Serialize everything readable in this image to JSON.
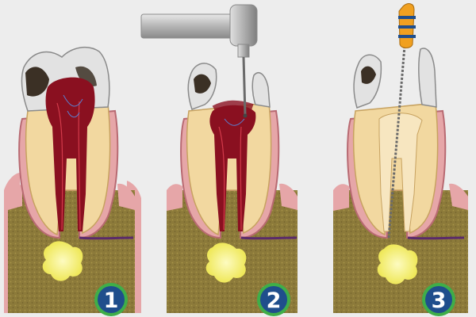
{
  "colors": {
    "background": "#ededed",
    "bone": "#8c7a3a",
    "gum": "#e6a6a8",
    "dentin": "#f2d8a0",
    "enamel": "#d9d9d9",
    "decay": "#3b3025",
    "pulp_infected": "#8a1020",
    "abscess": "#f3ef6a",
    "badge_fill": "#1f4e8c",
    "badge_ring": "#3fae49"
  },
  "steps": [
    {
      "label": "1",
      "pulp": "infected",
      "tool": "none"
    },
    {
      "label": "2",
      "pulp": "infected",
      "tool": "drill"
    },
    {
      "label": "3",
      "pulp": "cleaned",
      "tool": "file"
    }
  ],
  "icons": {
    "drill": "dental-drill-icon",
    "file": "endodontic-file-icon"
  }
}
